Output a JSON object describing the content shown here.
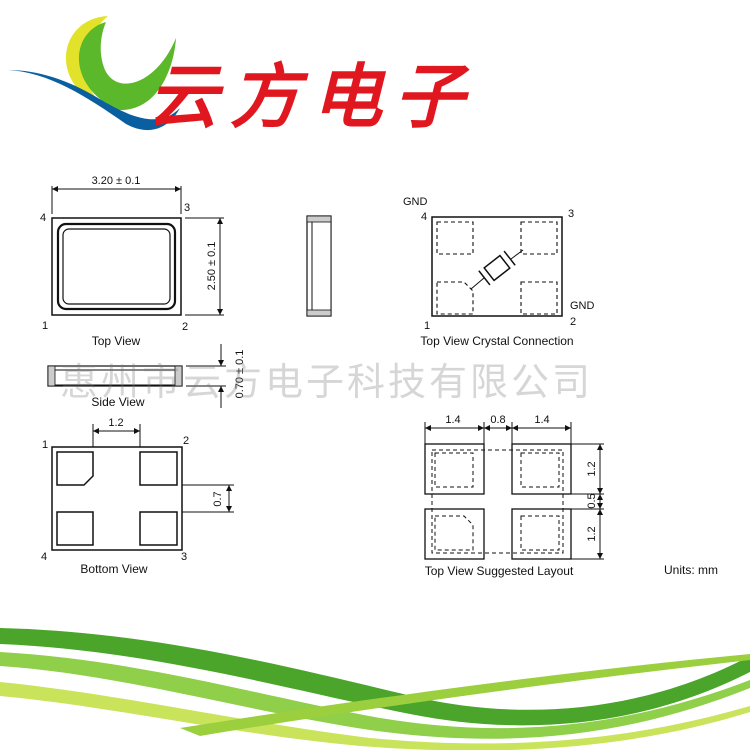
{
  "brand": {
    "name": "云方电子",
    "accent_color": "#e0171f",
    "logo_colors": [
      "#0a5fa0",
      "#5bb82a",
      "#e2e22a"
    ]
  },
  "watermark": "惠州市云方电子科技有限公司",
  "top_view": {
    "title": "Top View",
    "width_dim": "3.20 ± 0.1",
    "height_dim": "2.50 ± 0.1",
    "pin_labels": {
      "p1": "1",
      "p2": "2",
      "p3": "3",
      "p4": "4"
    }
  },
  "side_view": {
    "title": "Side View",
    "thickness_dim": "0.70 ± 0.1"
  },
  "bottom_view": {
    "title": "Bottom View",
    "pad_spacing_dim": "1.2",
    "pad_height_dim": "0.7",
    "pin_labels": {
      "p1": "1",
      "p2": "2",
      "p3": "3",
      "p4": "4"
    }
  },
  "crystal_connection": {
    "title": "Top View Crystal Connection",
    "gnd_label_top": "GND",
    "gnd_label_bottom": "GND",
    "pin_labels": {
      "p1": "1",
      "p2": "2",
      "p3": "3",
      "p4": "4"
    }
  },
  "suggested_layout": {
    "title": "Top View Suggested Layout",
    "dim_left": "1.4",
    "dim_gap": "0.8",
    "dim_right": "1.4",
    "dim_top": "1.2",
    "dim_mid": "0.5",
    "dim_bottom": "1.2"
  },
  "units": "Units: mm",
  "decoration": {
    "swoosh_color": "#5bb82a"
  }
}
